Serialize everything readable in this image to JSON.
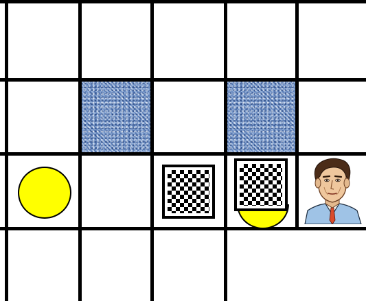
{
  "board": {
    "columns": 5,
    "rows": 4,
    "line_color": "#000000",
    "floor_color": "#ffffff",
    "wall_texture": "blue-fabric",
    "wall_color": "#6f95cc",
    "wall_cells": [
      {
        "row": 1,
        "col": 1
      },
      {
        "row": 1,
        "col": 3
      }
    ],
    "missing_cells": [
      {
        "row": 3,
        "col": 3
      },
      {
        "row": 3,
        "col": 4
      }
    ],
    "pieces": [
      {
        "type": "goal-pellet",
        "icon": "yellow-circle-icon",
        "row": 2,
        "col": 0,
        "color": "#ffff00"
      },
      {
        "type": "crate",
        "icon": "checkered-crate-icon",
        "row": 2,
        "col": 2
      },
      {
        "type": "crate-on-goal",
        "icon": "checkered-crate-on-pellet-icon",
        "row": 2,
        "col": 3,
        "color": "#ffff00"
      },
      {
        "type": "player",
        "icon": "man-portrait-icon",
        "row": 2,
        "col": 4
      }
    ]
  }
}
